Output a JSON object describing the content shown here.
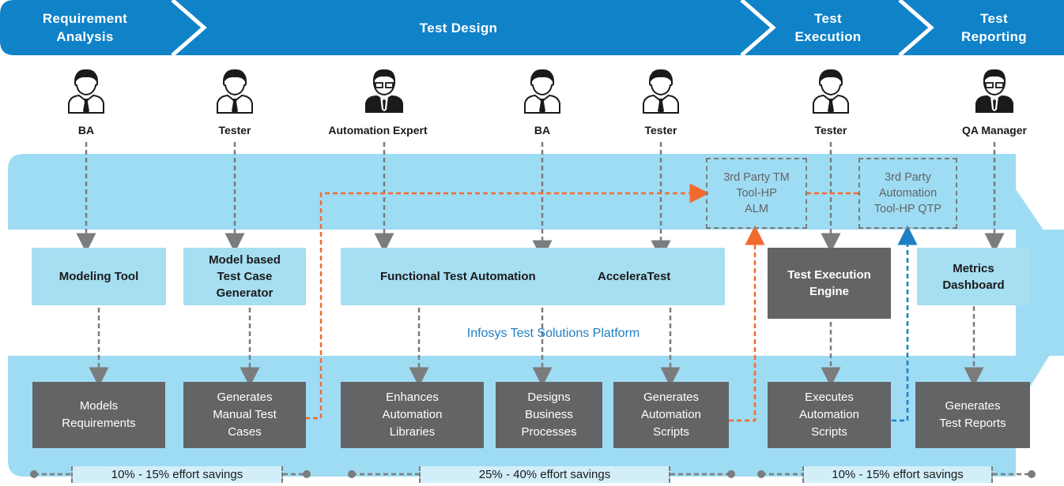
{
  "colors": {
    "phase_bar": "#0f82c8",
    "band_light": "#9edcf3",
    "box_light": "#a6def2",
    "box_dark": "#636466",
    "arrow_orange": "#f26a2e",
    "arrow_blue": "#1f7fc4",
    "arrow_gray": "#7b7c7e"
  },
  "phases": [
    {
      "label": "Requirement\nAnalysis"
    },
    {
      "label": "Test Design"
    },
    {
      "label": "Test\nExecution"
    },
    {
      "label": "Test\nReporting"
    }
  ],
  "roles": [
    "BA",
    "Tester",
    "Automation Expert",
    "BA",
    "Tester",
    "Tester",
    "QA Manager"
  ],
  "role_icons": [
    "user-icon",
    "user-icon",
    "manager-icon",
    "user-icon",
    "user-icon",
    "user-icon",
    "manager-icon"
  ],
  "third_party": {
    "tm": "3rd Party  TM\nTool-HP\nALM",
    "automation": "3rd Party\nAutomation\nTool-HP QTP"
  },
  "tools": {
    "modeling": "Modeling Tool",
    "model_based": "Model based\nTest Case\nGenerator",
    "functional": "Functional Test Automation",
    "accelera": "AcceleraTest",
    "exec_engine": "Test Execution\nEngine",
    "metrics": "Metrics\nDashboard"
  },
  "platform_label": "Infosys Test Solutions Platform",
  "outputs": [
    "Models\nRequirements",
    "Generates\nManual Test\nCases",
    "Enhances\nAutomation\nLibraries",
    "Designs\nBusiness\nProcesses",
    "Generates\nAutomation\nScripts",
    "Executes\nAutomation\nScripts",
    "Generates\nTest Reports"
  ],
  "savings": [
    "10%  - 15%  effort savings",
    "25%  -  40% effort savings",
    "10%  - 15%  effort savings"
  ]
}
